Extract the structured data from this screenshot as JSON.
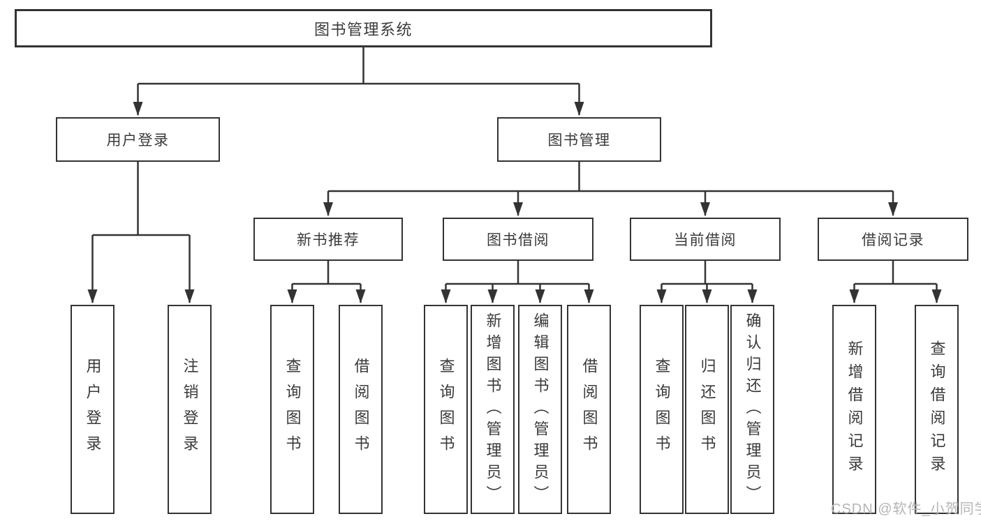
{
  "diagram": {
    "title_node": {
      "label": "图书管理系统"
    },
    "level2": [
      {
        "label": "用户登录"
      },
      {
        "label": "图书管理"
      }
    ],
    "level3": [
      {
        "label": "新书推荐"
      },
      {
        "label": "图书借阅"
      },
      {
        "label": "当前借阅"
      },
      {
        "label": "借阅记录"
      }
    ],
    "leaves": [
      {
        "label": "用户登录",
        "parent": "用户登录"
      },
      {
        "label": "注销登录",
        "parent": "用户登录"
      },
      {
        "label": "查询图书",
        "parent": "新书推荐"
      },
      {
        "label": "借阅图书",
        "parent": "新书推荐"
      },
      {
        "label": "查询图书",
        "parent": "图书借阅"
      },
      {
        "label": "新增图书（管理员）",
        "parent": "图书借阅"
      },
      {
        "label": "编辑图书（管理员）",
        "parent": "图书借阅"
      },
      {
        "label": "借阅图书",
        "parent": "图书借阅"
      },
      {
        "label": "查询图书",
        "parent": "当前借阅"
      },
      {
        "label": "归还图书",
        "parent": "当前借阅"
      },
      {
        "label": "确认归还（管理员）",
        "parent": "当前借阅"
      },
      {
        "label": "新增借阅记录",
        "parent": "借阅记录"
      },
      {
        "label": "查询借阅记录",
        "parent": "借阅记录"
      }
    ],
    "watermark": "CSDN @软件_小贺同学",
    "colors": {
      "line": "#333333",
      "text": "#3a3a3a",
      "watermark": "#b5b5b5",
      "background": "#ffffff"
    }
  }
}
